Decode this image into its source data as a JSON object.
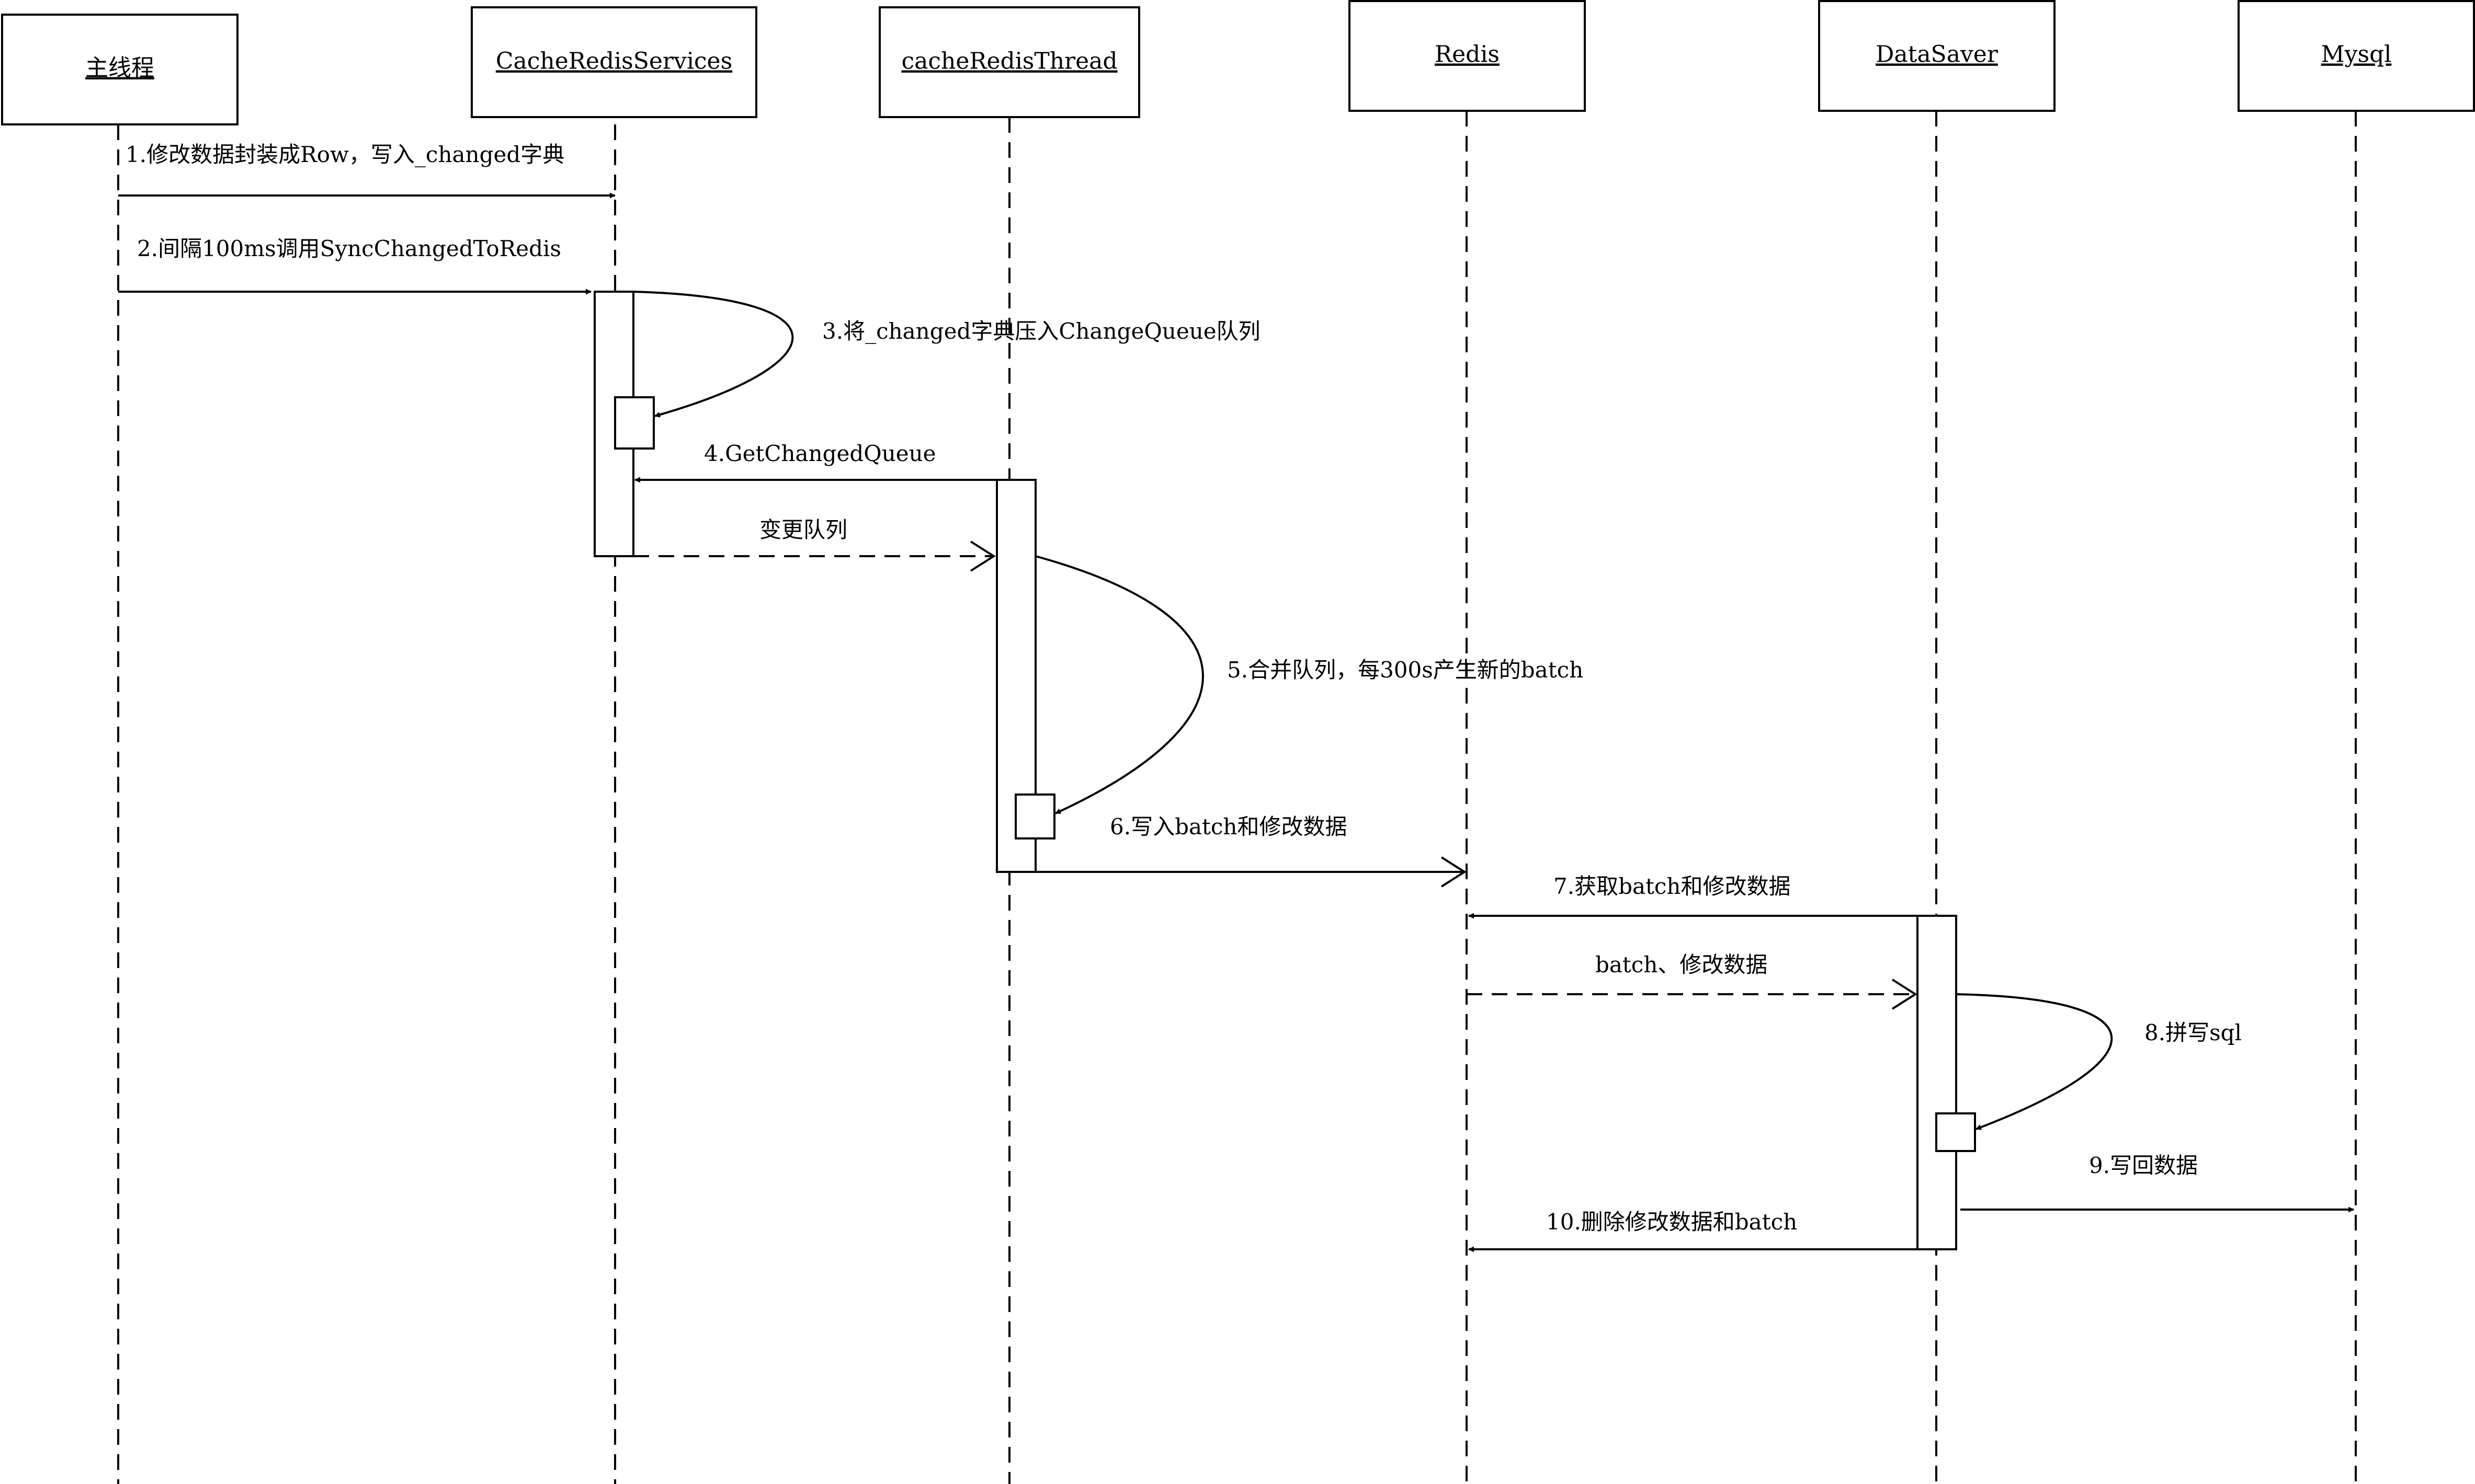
{
  "participants": [
    {
      "id": "main",
      "label": "主线程"
    },
    {
      "id": "crs",
      "label": "CacheRedisServices"
    },
    {
      "id": "crt",
      "label": "cacheRedisThread"
    },
    {
      "id": "redis",
      "label": "Redis"
    },
    {
      "id": "ds",
      "label": "DataSaver"
    },
    {
      "id": "mysql",
      "label": "Mysql"
    }
  ],
  "messages": [
    {
      "id": "m1",
      "label": "1.修改数据封装成Row，写入_changed字典",
      "from": "main",
      "to": "crs",
      "style": "sync"
    },
    {
      "id": "m2",
      "label": "2.间隔100ms调用SyncChangedToRedis",
      "from": "main",
      "to": "crs",
      "style": "sync"
    },
    {
      "id": "m3",
      "label": "3.将_changed字典压入ChangeQueue队列",
      "from": "crs",
      "to": "crs",
      "style": "self"
    },
    {
      "id": "m4",
      "label": "4.GetChangedQueue",
      "from": "crt",
      "to": "crs",
      "style": "sync"
    },
    {
      "id": "r4",
      "label": "变更队列",
      "from": "crs",
      "to": "crt",
      "style": "return"
    },
    {
      "id": "m5",
      "label": "5.合并队列，每300s产生新的batch",
      "from": "crt",
      "to": "crt",
      "style": "self"
    },
    {
      "id": "m6",
      "label": "6.写入batch和修改数据",
      "from": "crt",
      "to": "redis",
      "style": "async"
    },
    {
      "id": "m7",
      "label": "7.获取batch和修改数据",
      "from": "ds",
      "to": "redis",
      "style": "sync"
    },
    {
      "id": "r7",
      "label": "batch、修改数据",
      "from": "redis",
      "to": "ds",
      "style": "return"
    },
    {
      "id": "m8",
      "label": "8.拼写sql",
      "from": "ds",
      "to": "ds",
      "style": "self"
    },
    {
      "id": "m9",
      "label": "9.写回数据",
      "from": "ds",
      "to": "mysql",
      "style": "sync"
    },
    {
      "id": "m10",
      "label": "10.删除修改数据和batch",
      "from": "ds",
      "to": "redis",
      "style": "sync"
    }
  ]
}
